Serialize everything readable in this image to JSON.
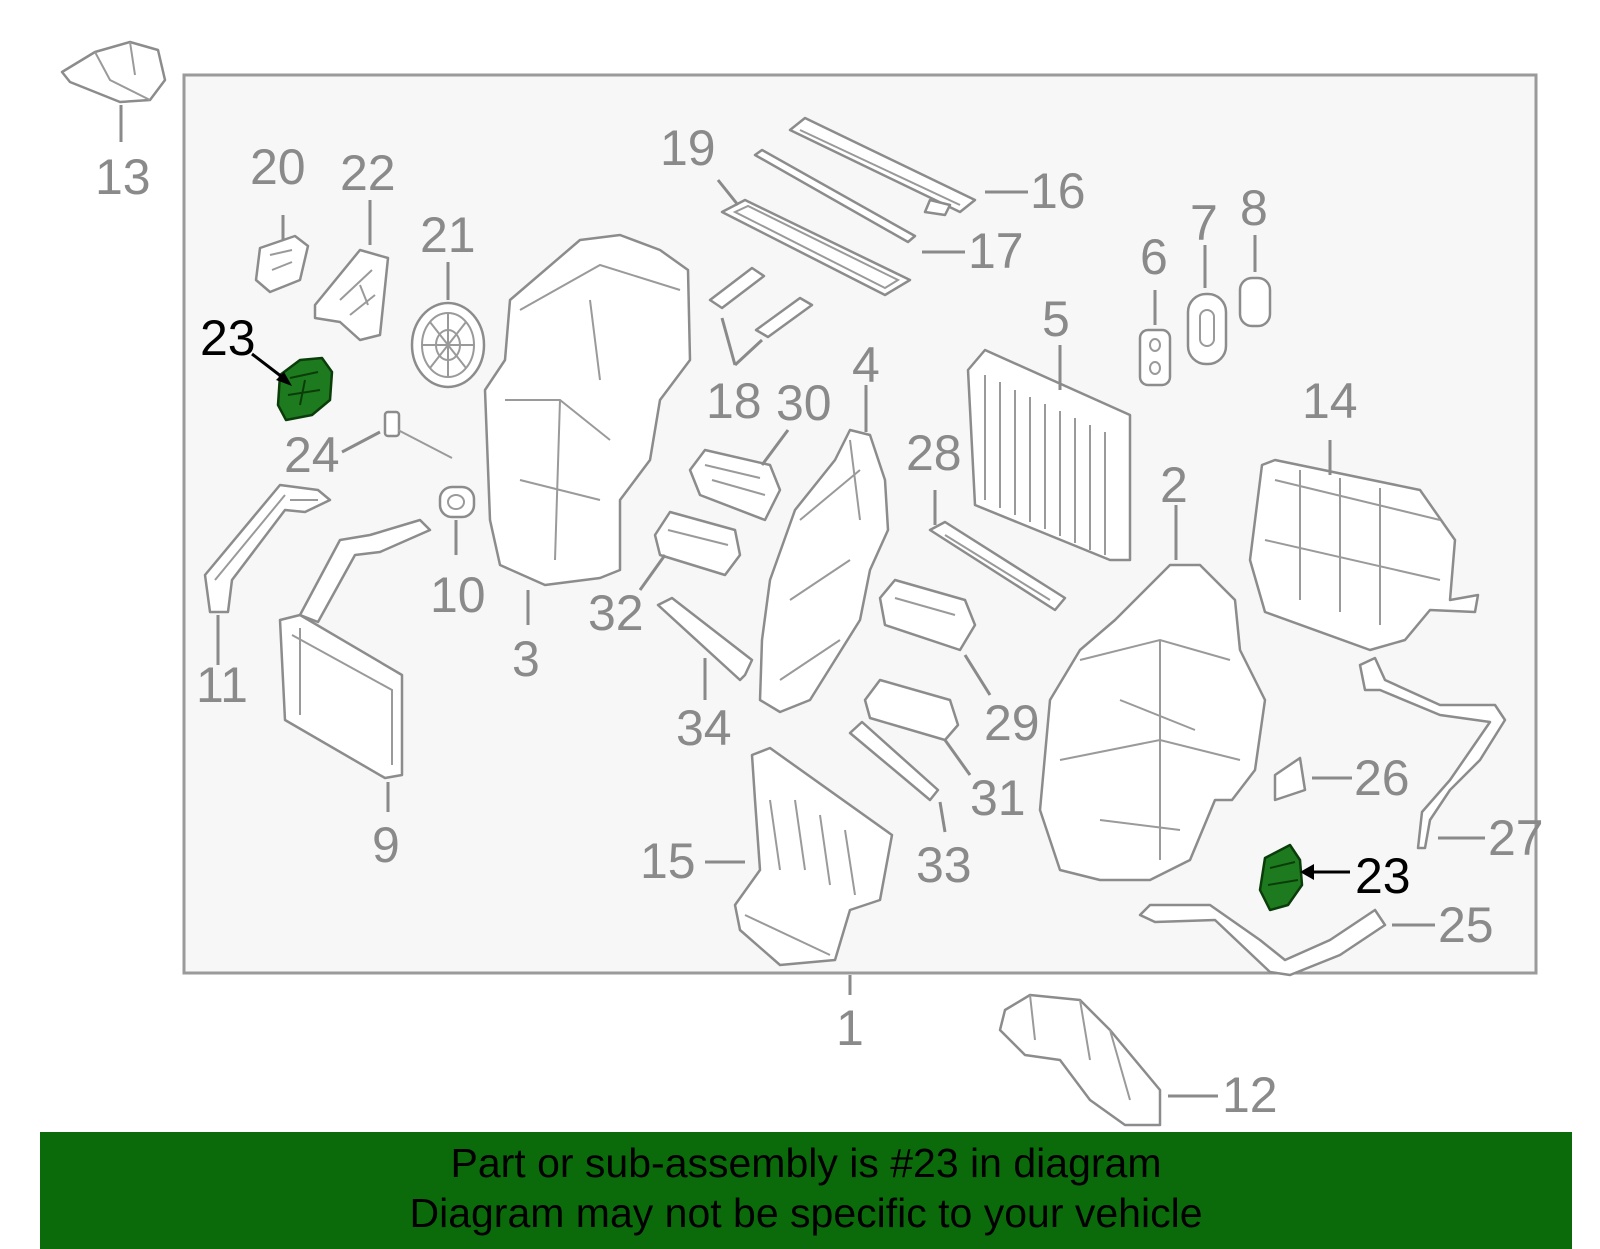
{
  "diagram": {
    "highlighted_part": "23",
    "callouts": {
      "c1": "1",
      "c2": "2",
      "c3": "3",
      "c4": "4",
      "c5": "5",
      "c6": "6",
      "c7": "7",
      "c8": "8",
      "c9": "9",
      "c10": "10",
      "c11": "11",
      "c12": "12",
      "c13": "13",
      "c14": "14",
      "c15": "15",
      "c16": "16",
      "c17": "17",
      "c18": "18",
      "c19": "19",
      "c20": "20",
      "c21": "21",
      "c22": "22",
      "c23a": "23",
      "c23b": "23",
      "c24": "24",
      "c25": "25",
      "c26": "26",
      "c27": "27",
      "c28": "28",
      "c29": "29",
      "c30": "30",
      "c31": "31",
      "c32": "32",
      "c33": "33",
      "c34": "34"
    },
    "colors": {
      "highlight_fill": "#1e7a1e",
      "banner_background": "#0b6b0b",
      "line_gray": "#8a8a8a"
    }
  },
  "banner": {
    "line1": "Part or sub-assembly is #23 in diagram",
    "line2": "Diagram may not be specific to your vehicle"
  }
}
